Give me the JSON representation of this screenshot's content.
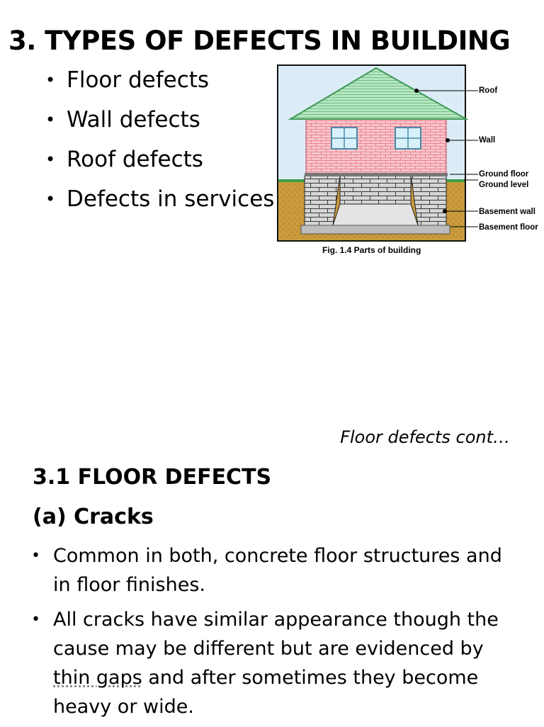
{
  "title": "3. TYPES OF DEFECTS IN BUILDING",
  "top_list": [
    "Floor defects",
    "Wall defects",
    "Roof defects",
    "Defects in services"
  ],
  "figure": {
    "labels": {
      "roof": "Roof",
      "wall": "Wall",
      "ground_floor": "Ground floor",
      "ground_level": "Ground level",
      "basement_wall": "Basement wall",
      "basement_floor": "Basement floor"
    },
    "caption": "Fig. 1.4 Parts of building",
    "colors": {
      "sky": "#dcecf7",
      "roof": "#b8e6c4",
      "brick_wall": "#f7c6cc",
      "ground": "#c99b3d",
      "grass": "#3aa048"
    }
  },
  "continuation": "Floor defects cont…",
  "section_title": "3.1 FLOOR DEFECTS",
  "sub_title": "(a) Cracks",
  "bullets": {
    "b1": "Common in both, concrete floor structures and in floor finishes.",
    "b2_pre": "All cracks have similar appearance though the cause may be different but are evidenced by ",
    "b2_underlined": "thin gaps",
    "b2_post": " and after sometimes they become heavy or wide."
  }
}
